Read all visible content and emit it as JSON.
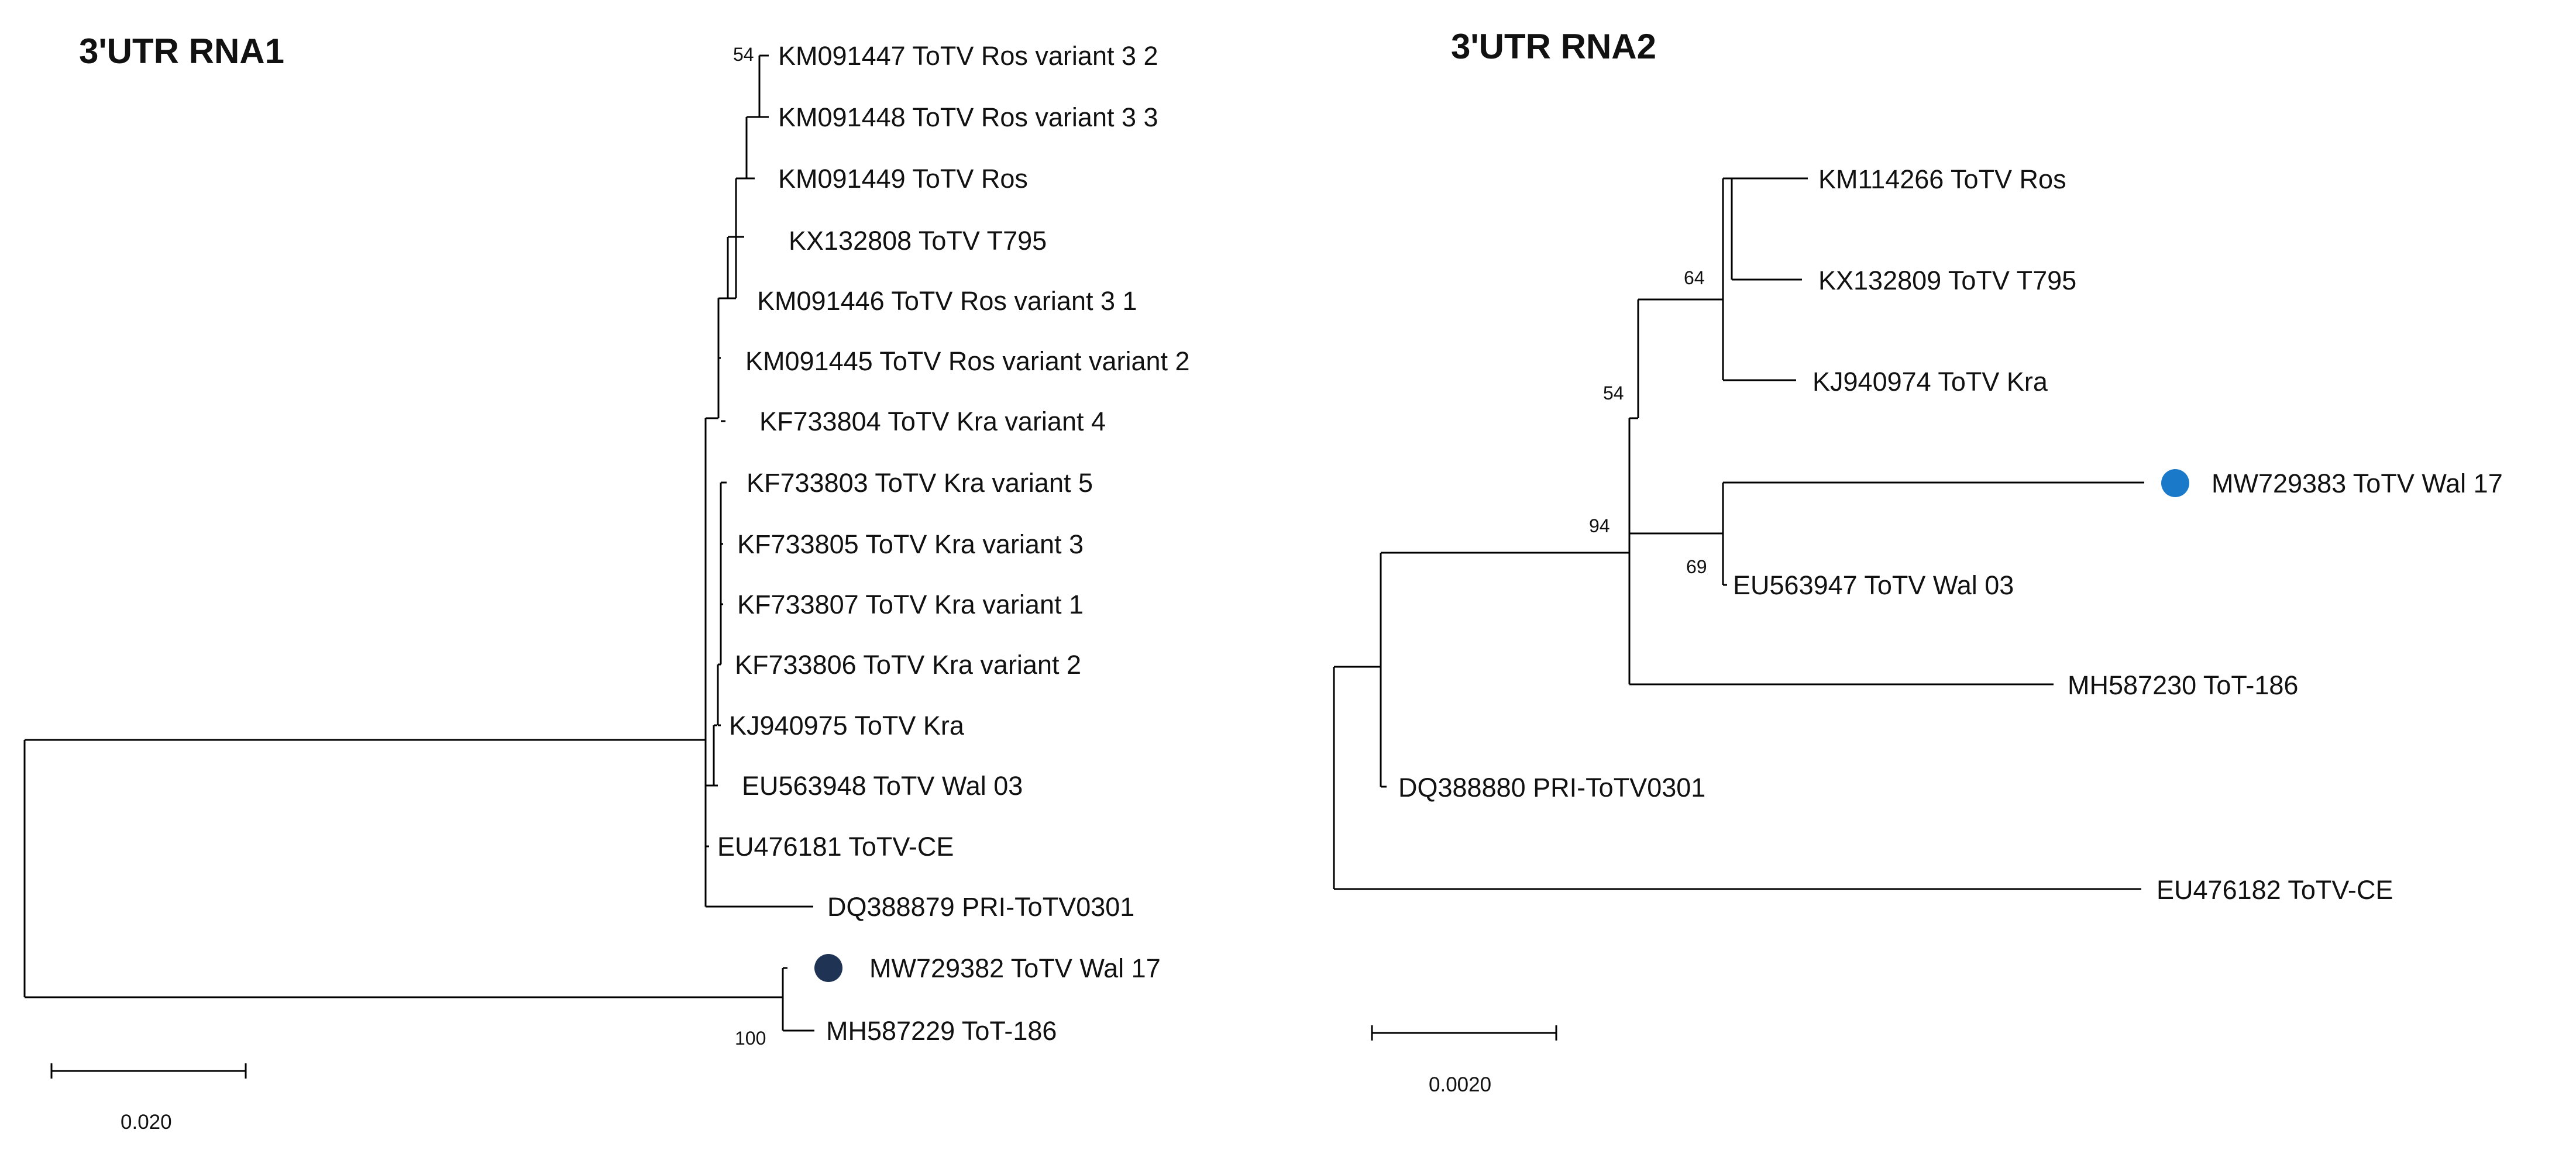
{
  "trees": [
    {
      "title": "3'UTR RNA1",
      "leaves": [
        {
          "label": "KM091447 ToTV Ros variant 3 2"
        },
        {
          "label": "KM091448 ToTV Ros variant 3 3"
        },
        {
          "label": "KM091449 ToTV Ros"
        },
        {
          "label": "KX132808 ToTV T795"
        },
        {
          "label": "KM091446 ToTV Ros variant 3 1"
        },
        {
          "label": "KM091445 ToTV Ros variant variant 2"
        },
        {
          "label": "KF733804 ToTV Kra variant 4"
        },
        {
          "label": "KF733803 ToTV Kra variant 5"
        },
        {
          "label": "KF733805 ToTV Kra variant 3"
        },
        {
          "label": "KF733807 ToTV Kra variant 1"
        },
        {
          "label": "KF733806 ToTV Kra variant 2"
        },
        {
          "label": "KJ940975 ToTV Kra"
        },
        {
          "label": "EU563948 ToTV Wal 03"
        },
        {
          "label": "EU476181 ToTV-CE"
        },
        {
          "label": "DQ388879 PRI-ToTV0301"
        },
        {
          "label": "MW729382 ToTV Wal 17",
          "marker": "filled-circle",
          "marker_color": "#1f3354"
        },
        {
          "label": "MH587229 ToT-186"
        }
      ],
      "bootstrap_values": [
        "54",
        "100"
      ],
      "scale_bar": {
        "label": "0.020",
        "value": 0.02
      }
    },
    {
      "title": "3'UTR RNA2",
      "leaves": [
        {
          "label": "KM114266 ToTV Ros"
        },
        {
          "label": "KX132809 ToTV T795"
        },
        {
          "label": "KJ940974 ToTV Kra"
        },
        {
          "label": "MW729383 ToTV Wal 17",
          "marker": "filled-circle",
          "marker_color": "#1a7ac9"
        },
        {
          "label": "EU563947 ToTV Wal 03"
        },
        {
          "label": "MH587230 ToT-186"
        },
        {
          "label": "DQ388880 PRI-ToTV0301"
        },
        {
          "label": "EU476182 ToTV-CE"
        }
      ],
      "bootstrap_values": [
        "64",
        "54",
        "94",
        "69"
      ],
      "scale_bar": {
        "label": "0.0020",
        "value": 0.002
      }
    }
  ]
}
